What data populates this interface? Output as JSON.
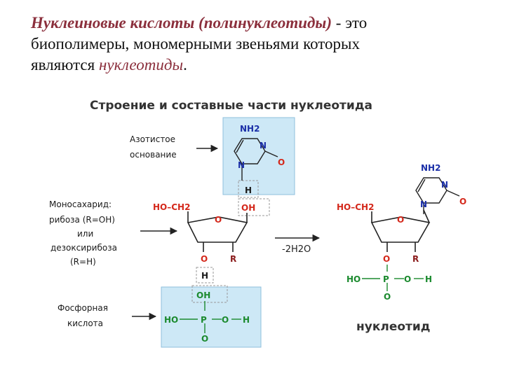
{
  "intro": {
    "term": "Нуклеиновые кислоты (полинуклеотиды)",
    "dash_this": " - это",
    "body": "биополимеры, мономерными звеньями которых",
    "are": "являются ",
    "term2": "нуклеотиды",
    "period": "."
  },
  "diagram": {
    "title": "Строение и составные части нуклеотида",
    "base_label": [
      "Азотистое",
      "основание"
    ],
    "sugar_label": [
      "Моносахарид:",
      "рибоза (R=OH)",
      "или",
      "дезоксирибоза",
      "(R=H)"
    ],
    "acid_label": [
      "Фосфорная",
      "кислота"
    ],
    "reaction": "-2H2O",
    "product": "нуклеотид",
    "atoms": {
      "nh2": "NH2",
      "n": "N",
      "o": "O",
      "h": "H",
      "oh": "OH",
      "r": "R",
      "ho_ch2": "HO–CH2",
      "ho": "HO",
      "p": "P"
    },
    "colors": {
      "nitrogen": "#1b2fa8",
      "oxygen": "#d4281b",
      "phosphorus": "#1b8a2e",
      "box_fill": "#cde8f6",
      "box_stroke": "#8fbfdc"
    }
  }
}
